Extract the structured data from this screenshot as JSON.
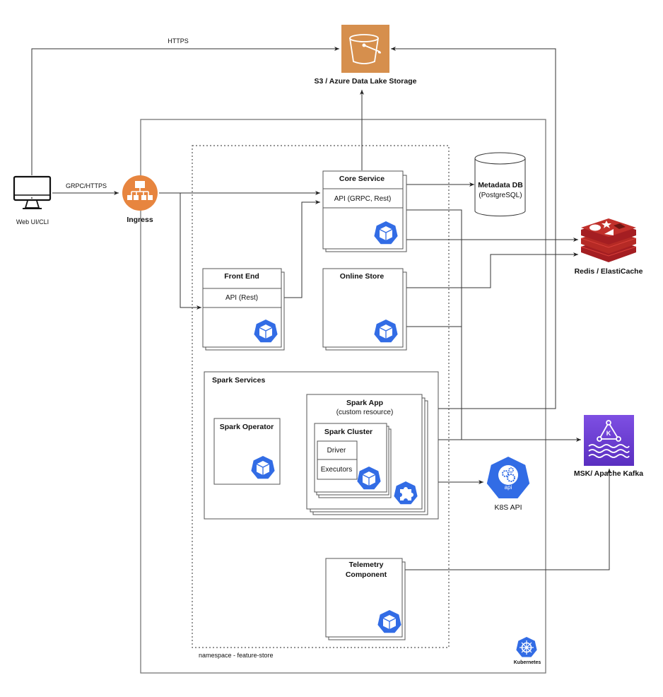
{
  "nodes": {
    "web_client": {
      "label": "Web UI/CLI",
      "icon": "monitor-icon"
    },
    "ingress": {
      "label": "Ingress",
      "icon": "load-balancer-icon",
      "color": "#E7853F"
    },
    "storage": {
      "label": "S3 / Azure Data Lake Storage",
      "icon": "bucket-icon",
      "color": "#D68F4D"
    },
    "metadata_db": {
      "title": "Metadata DB",
      "subtitle": "(PostgreSQL)",
      "icon": "database-cylinder"
    },
    "redis": {
      "label": "Redis / ElastiCache",
      "icon": "redis-icon",
      "color": "#C1302B"
    },
    "kafka": {
      "label": "MSK/ Apache Kafka",
      "icon": "kafka-icon",
      "color": "#6B3FD1"
    },
    "k8s_api": {
      "label": "K8S API",
      "icon": "k8s-api-icon",
      "sub": "api",
      "color": "#326CE5"
    },
    "kubernetes": {
      "label": "Kubernetes",
      "icon": "kubernetes-helm-icon",
      "color": "#326CE5"
    }
  },
  "containers": {
    "cluster": {
      "label": ""
    },
    "namespace": {
      "label": "namespace - feature-store"
    },
    "spark_services": {
      "label": "Spark Services"
    }
  },
  "services": {
    "core": {
      "title": "Core Service",
      "api": "API (GRPC, Rest)"
    },
    "front_end": {
      "title": "Front End",
      "api": "API (Rest)"
    },
    "online_store": {
      "title": "Online Store"
    },
    "spark_operator": {
      "title": "Spark Operator"
    },
    "spark_app": {
      "title": "Spark App",
      "subtitle": "(custom resource)"
    },
    "spark_cluster": {
      "title": "Spark Cluster",
      "rows": [
        "Driver",
        "Executors"
      ]
    },
    "telemetry": {
      "title": "Telemetry",
      "title2": "Component"
    }
  },
  "edges": {
    "https": {
      "label": "HTTPS"
    },
    "grpc_https": {
      "label": "GRPC/HTTPS"
    }
  },
  "colors": {
    "pod_blue": "#326CE5",
    "line": "#333333",
    "border": "#555555"
  }
}
